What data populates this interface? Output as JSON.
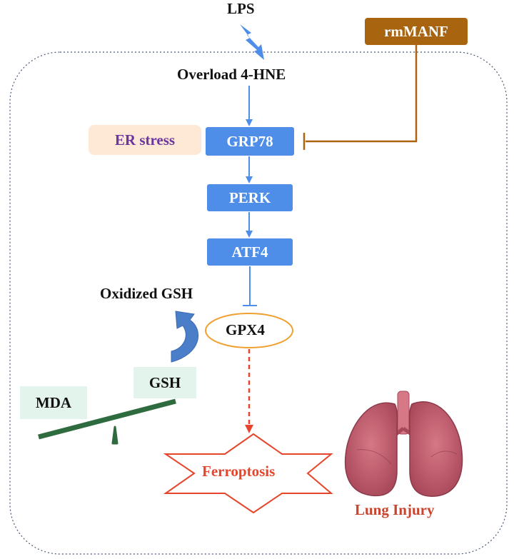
{
  "nodes": {
    "lps": "LPS",
    "overload": "Overload 4-HNE",
    "rmmanf": "rmMANF",
    "er_stress": "ER stress",
    "grp78": "GRP78",
    "perk": "PERK",
    "atf4": "ATF4",
    "oxidized_gsh": "Oxidized GSH",
    "gpx4": "GPX4",
    "gsh": "GSH",
    "mda": "MDA",
    "ferroptosis": "Ferroptosis",
    "lung_injury": "Lung Injury"
  },
  "colors": {
    "pathway_blue": "#4f8ee8",
    "rmmanf_brown": "#a9640f",
    "er_stress_bg": "#fde9d6",
    "er_stress_text": "#6b36a0",
    "gpx4_outline": "#f0a030",
    "ferroptosis_red": "#e6452b",
    "balance_green": "#2e6b3f",
    "gsh_mda_bg": "#e3f4ec",
    "lung_pink": "#c15a6b"
  },
  "edges": [
    {
      "from": "LPS",
      "to": "Overload 4-HNE",
      "type": "lightning"
    },
    {
      "from": "Overload 4-HNE",
      "to": "GRP78",
      "type": "activates"
    },
    {
      "from": "rmMANF",
      "to": "GRP78",
      "type": "inhibits"
    },
    {
      "from": "GRP78",
      "to": "PERK",
      "type": "activates"
    },
    {
      "from": "PERK",
      "to": "ATF4",
      "type": "activates"
    },
    {
      "from": "ATF4",
      "to": "GPX4",
      "type": "inhibits"
    },
    {
      "from": "GPX4",
      "to": "Ferroptosis",
      "type": "dashed-activates"
    },
    {
      "from": "GSH",
      "to": "Oxidized GSH",
      "type": "conversion"
    }
  ]
}
